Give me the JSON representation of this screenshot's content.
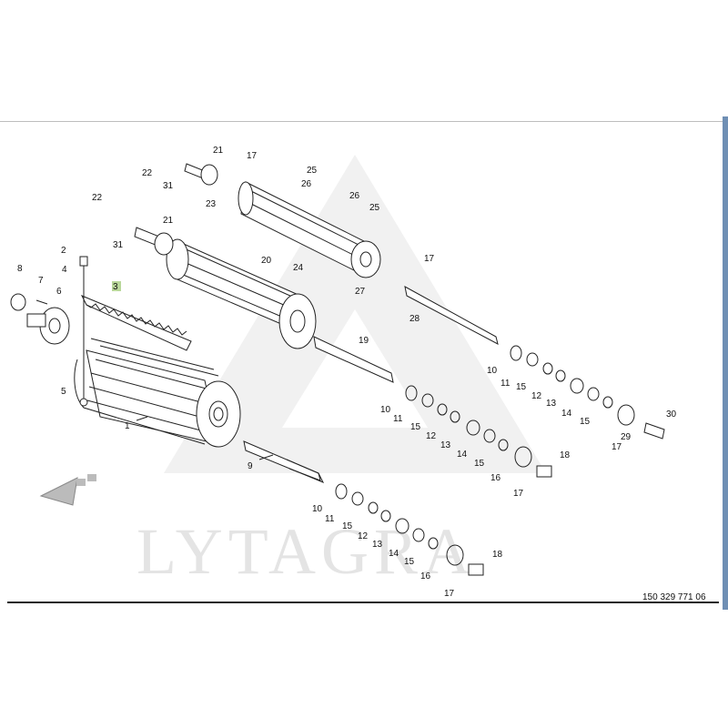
{
  "watermark": "LYTAGRA",
  "drawing_ref": "150 329 771 06",
  "callouts": [
    {
      "id": "c21a",
      "text": "21"
    },
    {
      "id": "c17a",
      "text": "17"
    },
    {
      "id": "c22a",
      "text": "22"
    },
    {
      "id": "c31a",
      "text": "31"
    },
    {
      "id": "c23",
      "text": "23"
    },
    {
      "id": "c25a",
      "text": "25"
    },
    {
      "id": "c26a",
      "text": "26"
    },
    {
      "id": "c26b",
      "text": "26"
    },
    {
      "id": "c25b",
      "text": "25"
    },
    {
      "id": "c22b",
      "text": "22"
    },
    {
      "id": "c21b",
      "text": "21"
    },
    {
      "id": "c31b",
      "text": "31"
    },
    {
      "id": "c20",
      "text": "20"
    },
    {
      "id": "c17b",
      "text": "17"
    },
    {
      "id": "c24",
      "text": "24"
    },
    {
      "id": "c27",
      "text": "27"
    },
    {
      "id": "c28",
      "text": "28"
    },
    {
      "id": "c2",
      "text": "2"
    },
    {
      "id": "c8",
      "text": "8"
    },
    {
      "id": "c4",
      "text": "4"
    },
    {
      "id": "c7",
      "text": "7"
    },
    {
      "id": "c3",
      "text": "3"
    },
    {
      "id": "c6",
      "text": "6"
    },
    {
      "id": "c19",
      "text": "19"
    },
    {
      "id": "c5",
      "text": "5"
    },
    {
      "id": "c1",
      "text": "1"
    },
    {
      "id": "c9",
      "text": "9"
    },
    {
      "id": "c10a",
      "text": "10"
    },
    {
      "id": "c11a",
      "text": "11"
    },
    {
      "id": "c15a",
      "text": "15"
    },
    {
      "id": "c12a",
      "text": "12"
    },
    {
      "id": "c13a",
      "text": "13"
    },
    {
      "id": "c14a",
      "text": "14"
    },
    {
      "id": "c15b",
      "text": "15"
    },
    {
      "id": "c30",
      "text": "30"
    },
    {
      "id": "c29",
      "text": "29"
    },
    {
      "id": "c17c",
      "text": "17"
    },
    {
      "id": "c10b",
      "text": "10"
    },
    {
      "id": "c11b",
      "text": "11"
    },
    {
      "id": "c15c",
      "text": "15"
    },
    {
      "id": "c12b",
      "text": "12"
    },
    {
      "id": "c13b",
      "text": "13"
    },
    {
      "id": "c14b",
      "text": "14"
    },
    {
      "id": "c15d",
      "text": "15"
    },
    {
      "id": "c18a",
      "text": "18"
    },
    {
      "id": "c16a",
      "text": "16"
    },
    {
      "id": "c17d",
      "text": "17"
    },
    {
      "id": "c10c",
      "text": "10"
    },
    {
      "id": "c11c",
      "text": "11"
    },
    {
      "id": "c15e",
      "text": "15"
    },
    {
      "id": "c12c",
      "text": "12"
    },
    {
      "id": "c13c",
      "text": "13"
    },
    {
      "id": "c14c",
      "text": "14"
    },
    {
      "id": "c15f",
      "text": "15"
    },
    {
      "id": "c18b",
      "text": "18"
    },
    {
      "id": "c16b",
      "text": "16"
    },
    {
      "id": "c17e",
      "text": "17"
    }
  ],
  "colors": {
    "line": "#222222",
    "watermark": "#e6e6e6",
    "highlight": "#b9d79a",
    "accent_bar": "#6f8fb4"
  }
}
